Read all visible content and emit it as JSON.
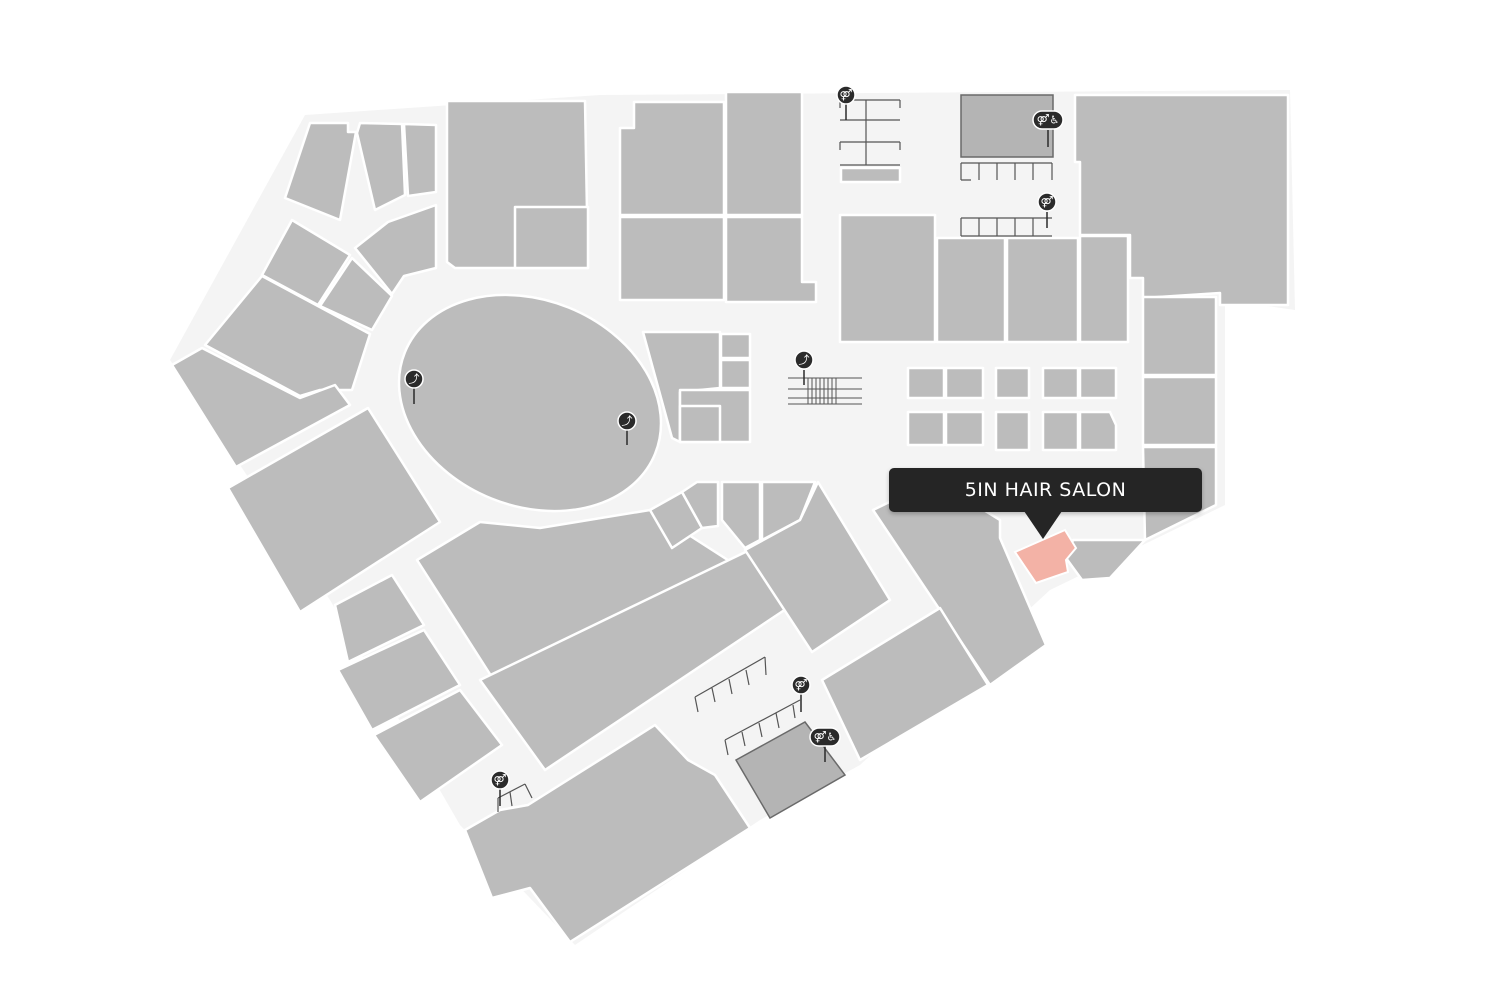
{
  "map": {
    "selected_store": {
      "name": "5IN HAIR SALON",
      "highlight_color": "#f3b2a6"
    },
    "colors": {
      "shop_fill": "#bcbcbc",
      "shop_outline": "#ffffff",
      "corridor": "#f4f4f4",
      "tooltip_background": "#252525",
      "tooltip_text": "#ffffff"
    },
    "amenity_icons": [
      {
        "type": "restroom",
        "icon": "restroom-icon"
      },
      {
        "type": "restroom-accessible",
        "icon": "accessible-restroom-icon"
      },
      {
        "type": "restroom",
        "icon": "restroom-icon"
      },
      {
        "type": "escalator",
        "icon": "escalator-icon"
      },
      {
        "type": "escalator",
        "icon": "escalator-icon"
      },
      {
        "type": "escalator",
        "icon": "escalator-icon"
      },
      {
        "type": "restroom",
        "icon": "restroom-icon"
      },
      {
        "type": "restroom-accessible",
        "icon": "accessible-restroom-icon"
      },
      {
        "type": "restroom",
        "icon": "restroom-icon"
      }
    ]
  }
}
